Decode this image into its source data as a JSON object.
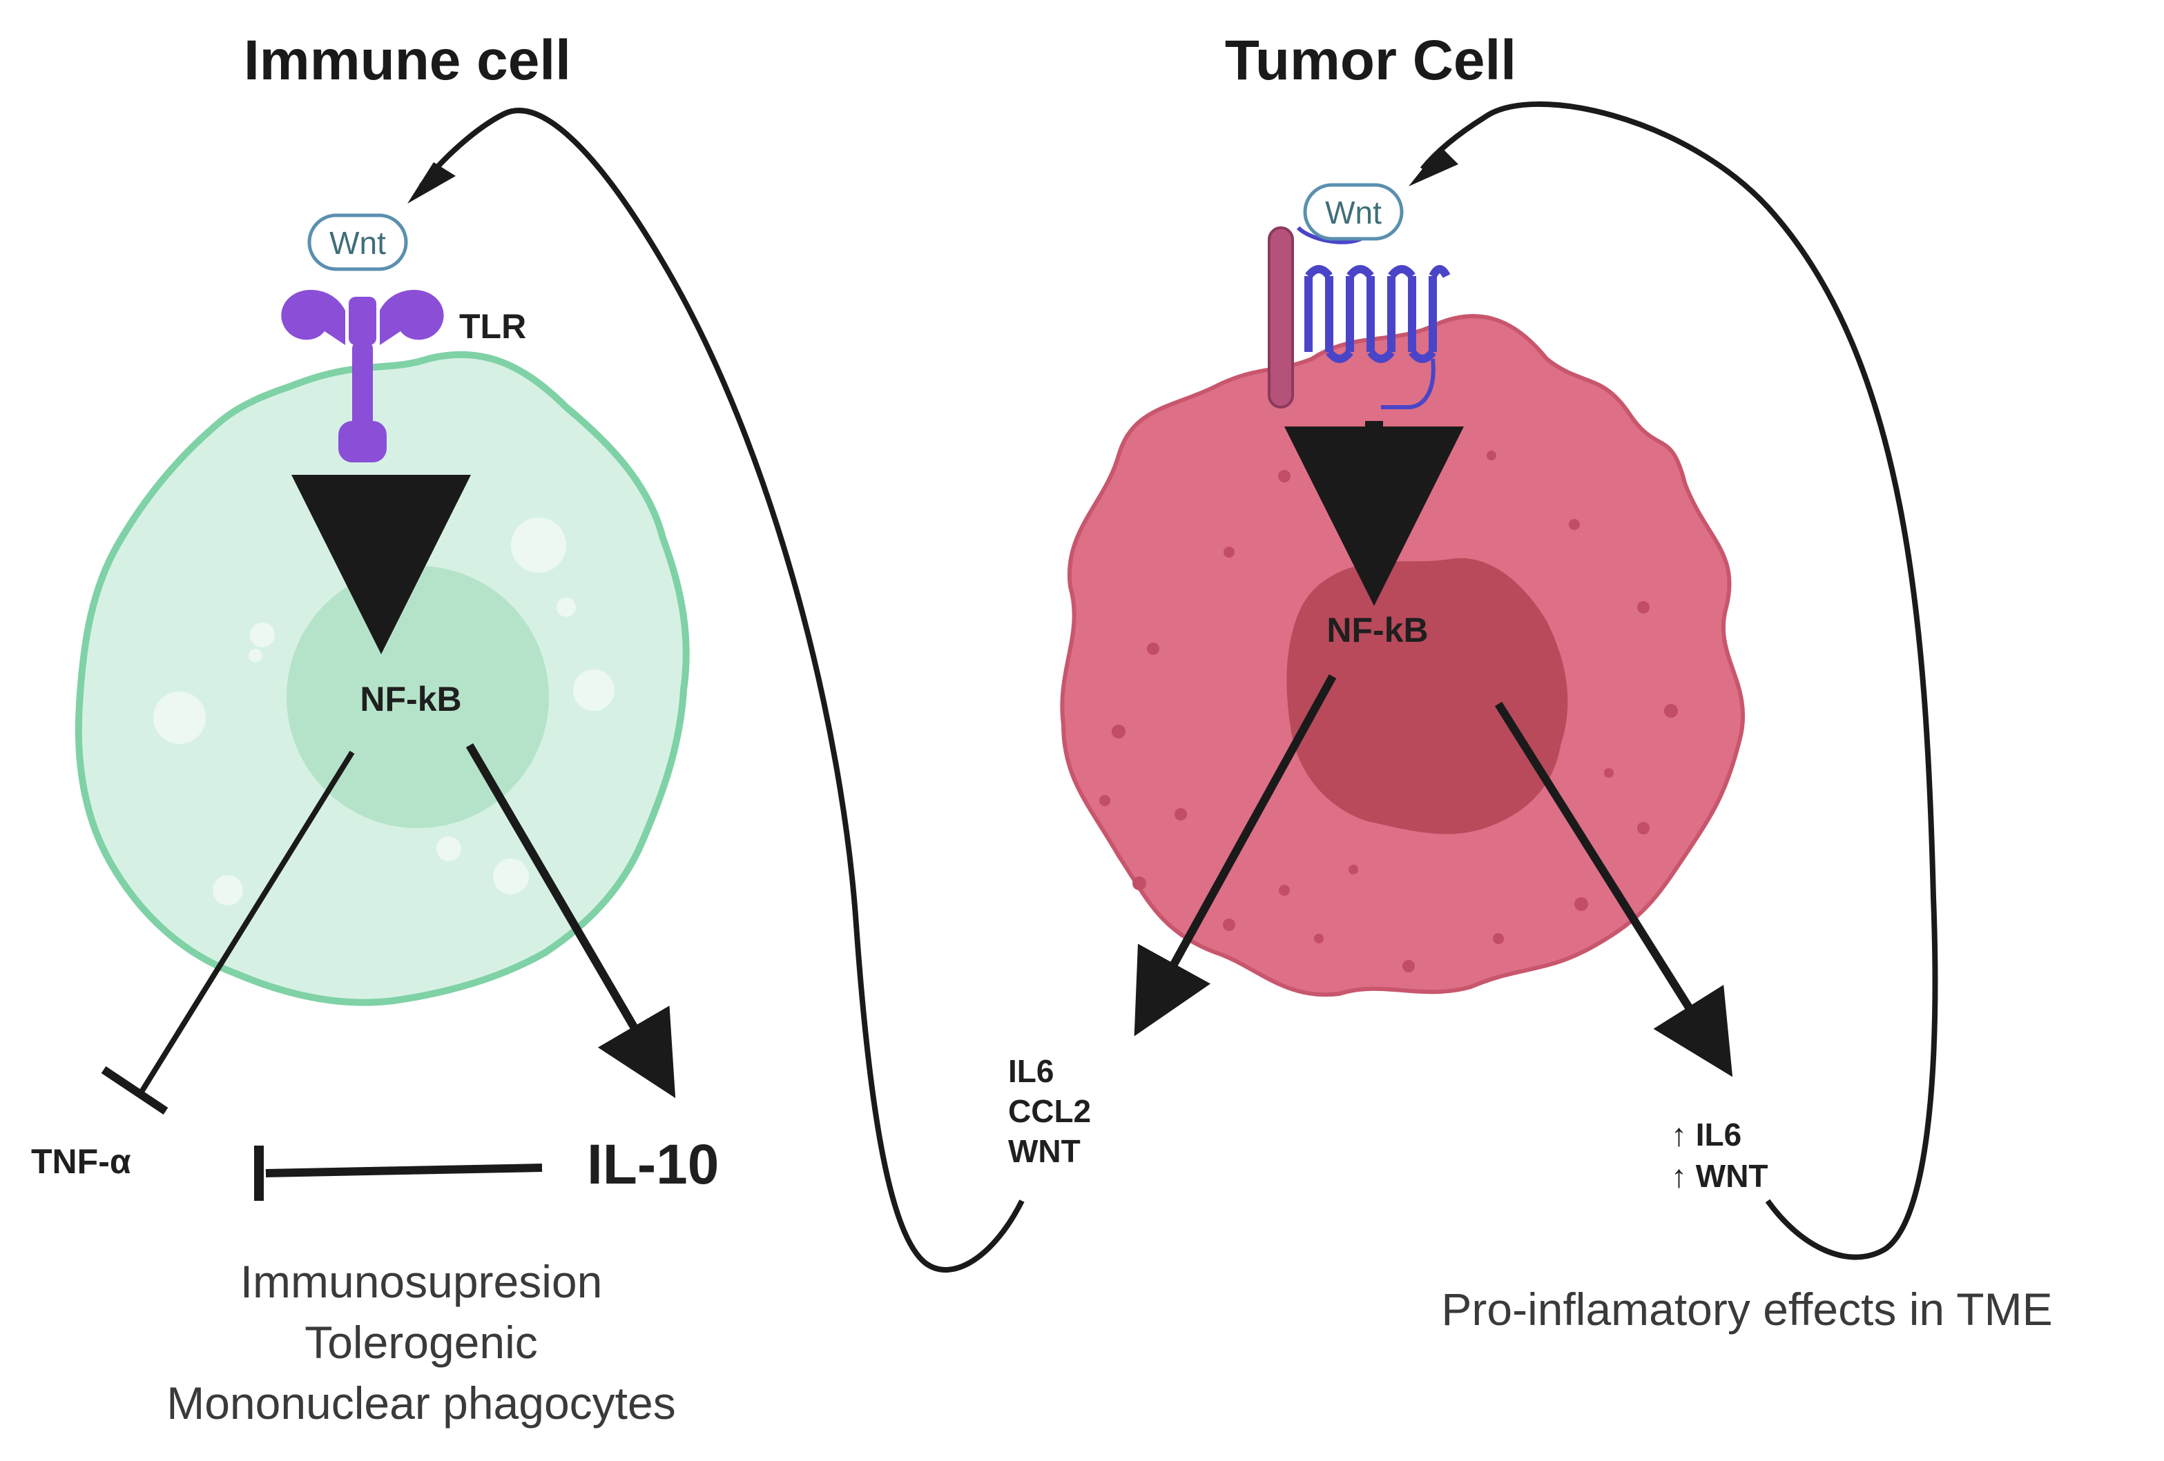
{
  "immune": {
    "title": "Immune cell",
    "ligand": "Wnt",
    "receptor": "TLR",
    "nucleus": "NF-kB",
    "out_inhibited": "TNF-α",
    "out_induced": "IL-10",
    "caption": [
      "Immunosupresion",
      "Tolerogenic",
      "Mononuclear phagocytes"
    ]
  },
  "tumor": {
    "title": "Tumor Cell",
    "ligand": "Wnt",
    "nucleus": "NF-kB",
    "out_left": [
      "IL6",
      "CCL2",
      "WNT"
    ],
    "out_right": [
      "↑ IL6",
      "↑ WNT"
    ],
    "caption": "Pro-inflamatory effects in TME"
  },
  "colors": {
    "immune_cell_fill": "#d6f1e4",
    "immune_cell_stroke": "#7fd1a6",
    "immune_nucleus": "#b5e3c9",
    "tlr_purple": "#8a4fd6",
    "tumor_cell_fill": "#dd6f86",
    "tumor_nucleus": "#b84a5c",
    "receptor_blue": "#4a45c8",
    "receptor_magenta": "#b5527a",
    "wnt_border": "#5a8fb0"
  }
}
